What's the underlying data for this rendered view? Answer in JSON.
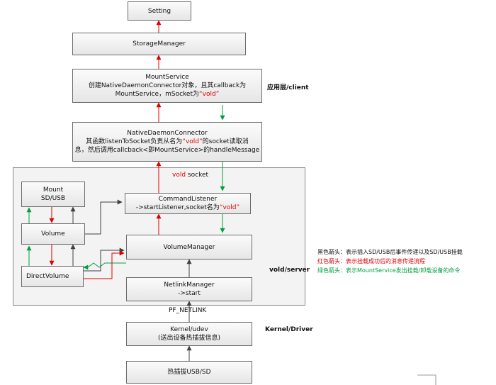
{
  "boxes": {
    "setting": "Setting",
    "storage_manager": "StorageManager",
    "mount_service": {
      "title": "MountService",
      "line1": "创建NativeDaemonConnector对象，且其callback为",
      "line2_prefix": "MountService，mSocket为",
      "line2_highlight": "“vold”"
    },
    "native_daemon": {
      "title": "NativeDaemonConnector",
      "line1_prefix": "其函数listenToSocket负责从名为",
      "line1_highlight": "“vold”",
      "line1_suffix": "的socket读取消",
      "line2": "息，然后调用callcback<即MountService>的handleMessage"
    },
    "mount_sd": {
      "line1": "Mount",
      "line2": "SD/USB"
    },
    "command_listener": {
      "title": "CommandListener",
      "line2_prefix": "->startListener,socket名为",
      "line2_highlight": "“vold”"
    },
    "volume": "Volume",
    "volume_manager": "VolumeManager",
    "direct_volume": "DirectVolume",
    "netlink_manager": {
      "line1": "NetlinkManager",
      "line2": "->start"
    },
    "kernel_udev": {
      "line1": "Kernel/udev",
      "line2": "(送出设备热插拔信息)"
    },
    "hotplug": "热插拔USB/SD"
  },
  "labels": {
    "app_layer": "应用层/client",
    "vold_socket_prefix": "vold",
    "vold_socket_suffix": "socket",
    "vold_server": "vold/server",
    "pf_netlink": "PF_NETLINK",
    "kernel_driver": "Kernel/Driver"
  },
  "legend": {
    "black": "黑色箭头：表示插入SD/USB后事件传递以及SD/USB挂载",
    "red": "红色箭头：表示挂载成功后的消息传递流程",
    "green": "绿色箭头：表示MountService发出挂载/卸载设备的命令"
  },
  "colors": {
    "black": "#404040",
    "red": "#e00000",
    "green": "#00a040"
  }
}
